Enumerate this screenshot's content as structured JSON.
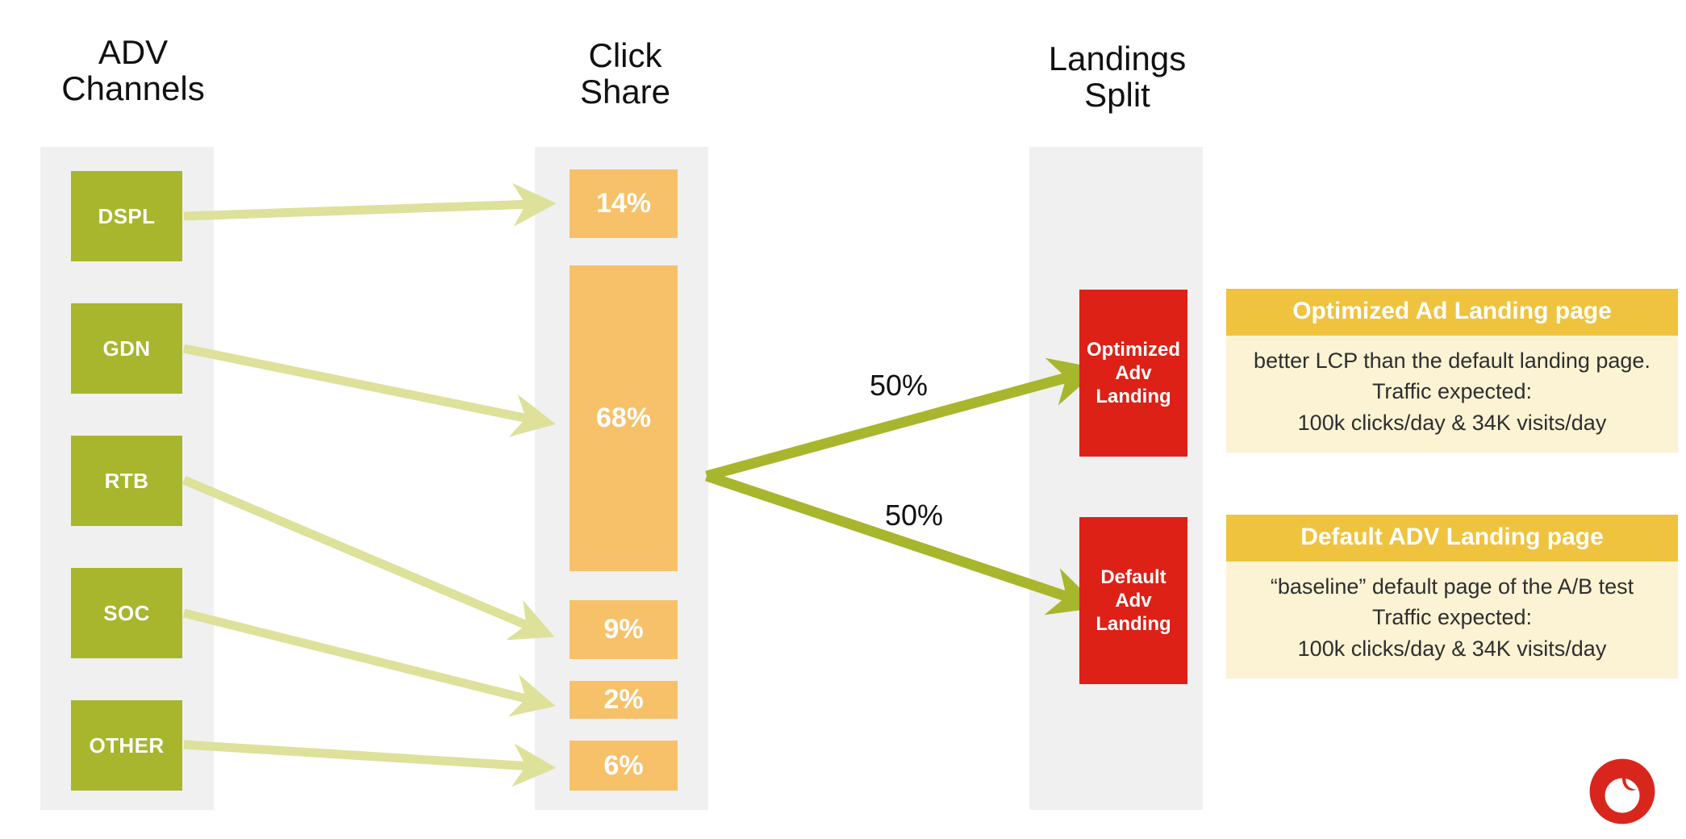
{
  "columns": {
    "adv": {
      "title": "ADV\nChannels"
    },
    "click": {
      "title": "Click\nShare"
    },
    "landings": {
      "title": "Landings\nSplit"
    }
  },
  "adv_channels": [
    {
      "label": "DSPL"
    },
    {
      "label": "GDN"
    },
    {
      "label": "RTB"
    },
    {
      "label": "SOC"
    },
    {
      "label": "OTHER"
    }
  ],
  "click_share": [
    {
      "label": "14%",
      "value": 14
    },
    {
      "label": "68%",
      "value": 68
    },
    {
      "label": "9%",
      "value": 9
    },
    {
      "label": "2%",
      "value": 2
    },
    {
      "label": "6%",
      "value": 6
    }
  ],
  "landings": [
    {
      "label": "Optimized\nAdv\nLanding"
    },
    {
      "label": "Default\nAdv\nLanding"
    }
  ],
  "split": {
    "top_label": "50%",
    "bottom_label": "50%"
  },
  "info_cards": [
    {
      "heading": "Optimized Ad Landing page",
      "lines": [
        "better LCP than the default landing page.",
        "Traffic expected:",
        "100k clicks/day  & 34K visits/day"
      ]
    },
    {
      "heading": "Default ADV Landing page",
      "lines": [
        "“baseline” default page of the A/B test",
        "Traffic expected:",
        "100k clicks/day  & 34K visits/day"
      ]
    }
  ],
  "brand": {
    "logo": "vodafone-logo"
  },
  "colors": {
    "channel_green": "#a7b62d",
    "share_orange": "#f7c16a",
    "landing_red": "#dd2117",
    "card_header_gold": "#efc33e",
    "card_body_cream": "#fbf3d4",
    "band_grey": "#f0f0f0",
    "flow_arrow_light": "#dde19a",
    "split_arrow_olive": "#a7b62d",
    "brand_red": "#d9261c"
  },
  "chart_data": {
    "type": "diagram",
    "title": "ADV Channels → Click Share → Landings Split",
    "stages": [
      "ADV Channels",
      "Click Share",
      "Landings Split"
    ],
    "categories": [
      "DSPL",
      "GDN",
      "RTB",
      "SOC",
      "OTHER"
    ],
    "values": [
      14,
      68,
      9,
      2,
      6
    ],
    "unit": "%",
    "flows": [
      {
        "from": "DSPL",
        "to": "14%"
      },
      {
        "from": "GDN",
        "to": "68%"
      },
      {
        "from": "RTB",
        "to": "9%"
      },
      {
        "from": "SOC",
        "to": "2%"
      },
      {
        "from": "OTHER",
        "to": "6%"
      }
    ],
    "split": [
      {
        "to": "Optimized Adv Landing",
        "value": 50
      },
      {
        "to": "Default Adv Landing",
        "value": 50
      }
    ]
  }
}
